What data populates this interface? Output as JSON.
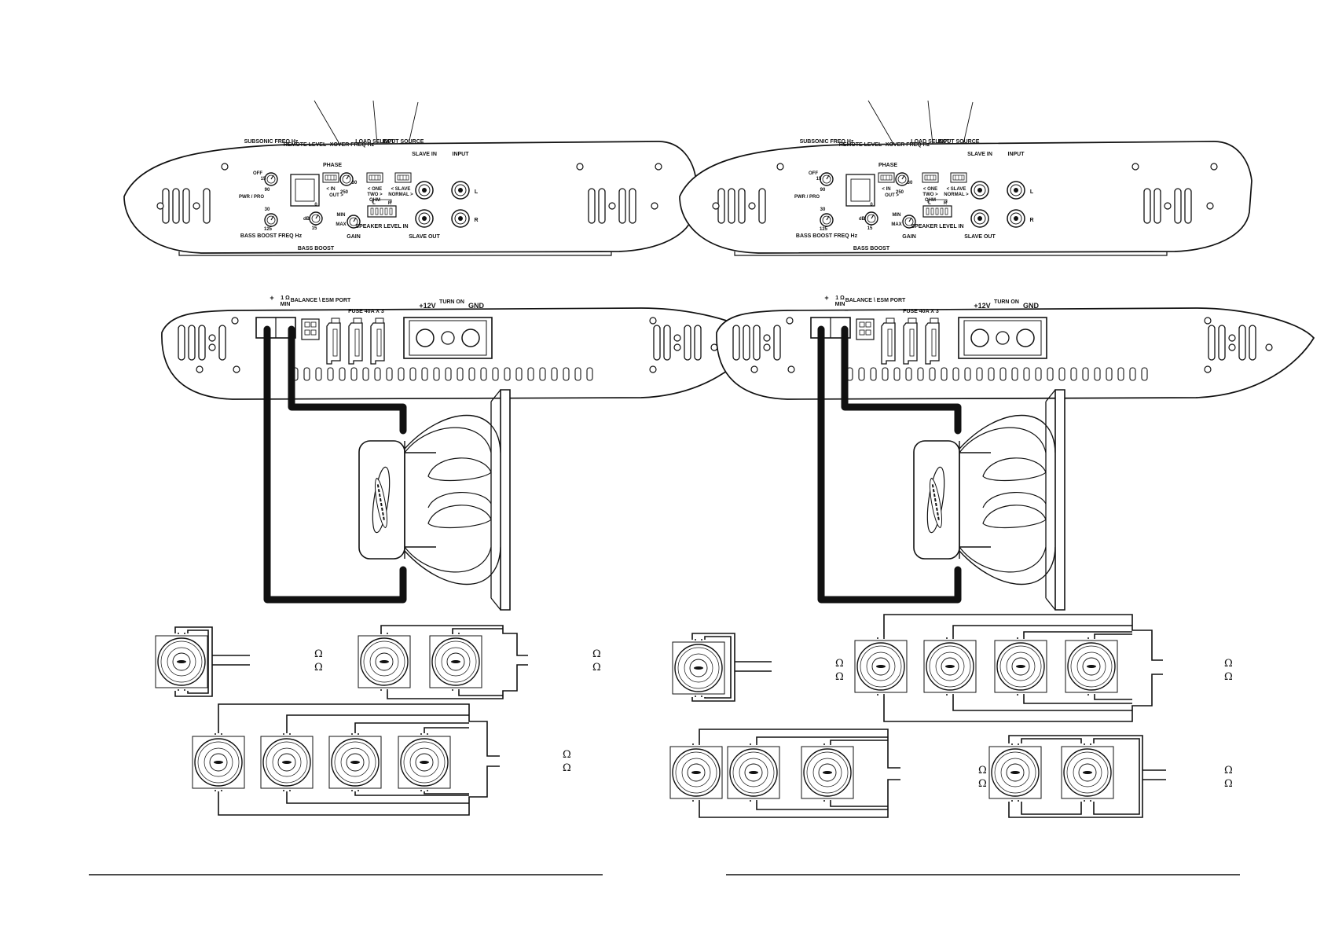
{
  "panel_labels": {
    "subsonic_freq": "SUBSONIC FREQ Hz",
    "off": "OFF",
    "v15": "15",
    "v90": "90",
    "pwr_pro": "PWR / PRO",
    "remote_level": "REMOTE LEVEL",
    "phase": "PHASE",
    "in": "< IN",
    "out": "OUT >",
    "xover_freq": "XOVER FREQ Hz",
    "v30": "30",
    "v250": "250",
    "load_select": "LOAD SELECT",
    "one": "< ONE",
    "two": "TWO >",
    "ohm": "OHM",
    "input_source": "INPUT SOURCE",
    "slave": "< SLAVE",
    "normal": "NORMAL >",
    "slave_in": "SLAVE IN",
    "input": "INPUT",
    "l": "L",
    "r": "R",
    "slave_out": "SLAVE OUT",
    "v30b": "30",
    "v125": "125",
    "bass_boost_freq": "BASS BOOST FREQ Hz",
    "v0": "0",
    "db": "dB",
    "v15b": "15",
    "bass_boost": "BASS BOOST",
    "min": "MIN",
    "max": "MAX",
    "gain": "GAIN",
    "speaker_level_in": "SPEAKER LEVEL IN"
  },
  "power_labels": {
    "plus": "+",
    "one_ohm": "1 Ω",
    "min": "MIN",
    "minus": "−",
    "balance_esm": "BALANCE \\ ESM PORT",
    "fuse": "FUSE 40A X 3",
    "plus12v": "+12V",
    "turn_on": "TURN ON",
    "gnd": "GND"
  },
  "ohm_symbol": "Ω",
  "colors": {
    "ink": "#111111",
    "paper": "#ffffff"
  }
}
